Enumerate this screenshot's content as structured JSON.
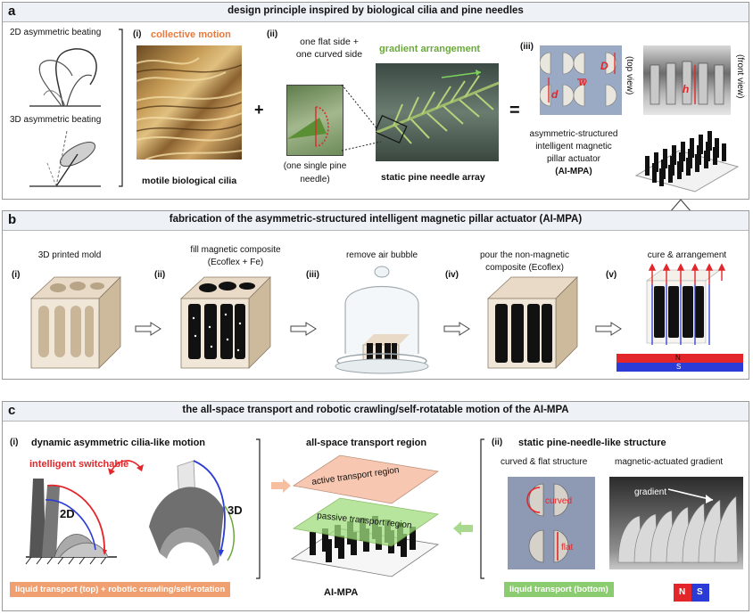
{
  "panel_a": {
    "letter": "a",
    "title": "design principle inspired by biological cilia and pine needles",
    "beat_2d": "2D asymmetric beating",
    "beat_3d": "3D asymmetric beating",
    "sub_i": "(i)",
    "collective_motion": "collective motion",
    "motile_cilia": "motile biological cilia",
    "plus": "+",
    "sub_ii": "(ii)",
    "flat_curved_1": "one flat side +",
    "flat_curved_2": "one curved side",
    "gradient_arrangement": "gradient arrangement",
    "single_needle_1": "(one single pine",
    "single_needle_2": "needle)",
    "static_array": "static pine needle array",
    "equals": "=",
    "sub_iii": "(iii)",
    "dim_D": "D",
    "dim_d": "d",
    "dim_w": "w",
    "dim_h": "h",
    "top_view": "(top view)",
    "front_view": "(front view)",
    "aimpa_1": "asymmetric-structured",
    "aimpa_2": "intelligent magnetic",
    "aimpa_3": "pillar actuator",
    "aimpa_4": "(AI-MPA)"
  },
  "panel_b": {
    "letter": "b",
    "title": "fabrication of the asymmetric-structured intelligent magnetic pillar actuator (AI-MPA)",
    "steps": [
      {
        "num": "(i)",
        "label1": "3D printed mold",
        "label2": ""
      },
      {
        "num": "(ii)",
        "label1": "fill magnetic composite",
        "label2": "(Ecoflex + Fe)"
      },
      {
        "num": "(iii)",
        "label1": "remove air bubble",
        "label2": ""
      },
      {
        "num": "(iv)",
        "label1": "pour the non-magnetic",
        "label2": "composite (Ecoflex)"
      },
      {
        "num": "(v)",
        "label1": "cure & arrangement",
        "label2": ""
      }
    ],
    "magnet_N": "N",
    "magnet_S": "S"
  },
  "panel_c": {
    "letter": "c",
    "title": "the all-space transport and robotic crawling/self-rotatable motion of the AI-MPA",
    "sub_i": "(i)",
    "dynamic_title": "dynamic asymmetric cilia-like motion",
    "intelligent_switchable": "intelligent switchable",
    "label_2d": "2D",
    "label_3d": "3D",
    "liquid_top": "liquid transport (top) + robotic crawling/self-rotation",
    "transport_title": "all-space transport region",
    "active_region": "active transport region",
    "passive_region": "passive transport region",
    "aimpa": "AI-MPA",
    "sub_ii": "(ii)",
    "static_title": "static pine-needle-like structure",
    "curved_flat": "curved & flat structure",
    "magnetic_gradient": "magnetic-actuated gradient",
    "curved": "curved",
    "flat": "flat",
    "gradient": "gradient",
    "liquid_bottom": "liquid transport (bottom)",
    "magnet_N": "N",
    "magnet_S": "S"
  },
  "colors": {
    "orange_text": "#e8793a",
    "green_text": "#6aa83a",
    "red_accent": "#e3262a",
    "orange_label": "#f0a070",
    "green_label": "#8ccc70",
    "header_bg": "#eef2f7",
    "mold_tan": "#d9c7ae"
  }
}
